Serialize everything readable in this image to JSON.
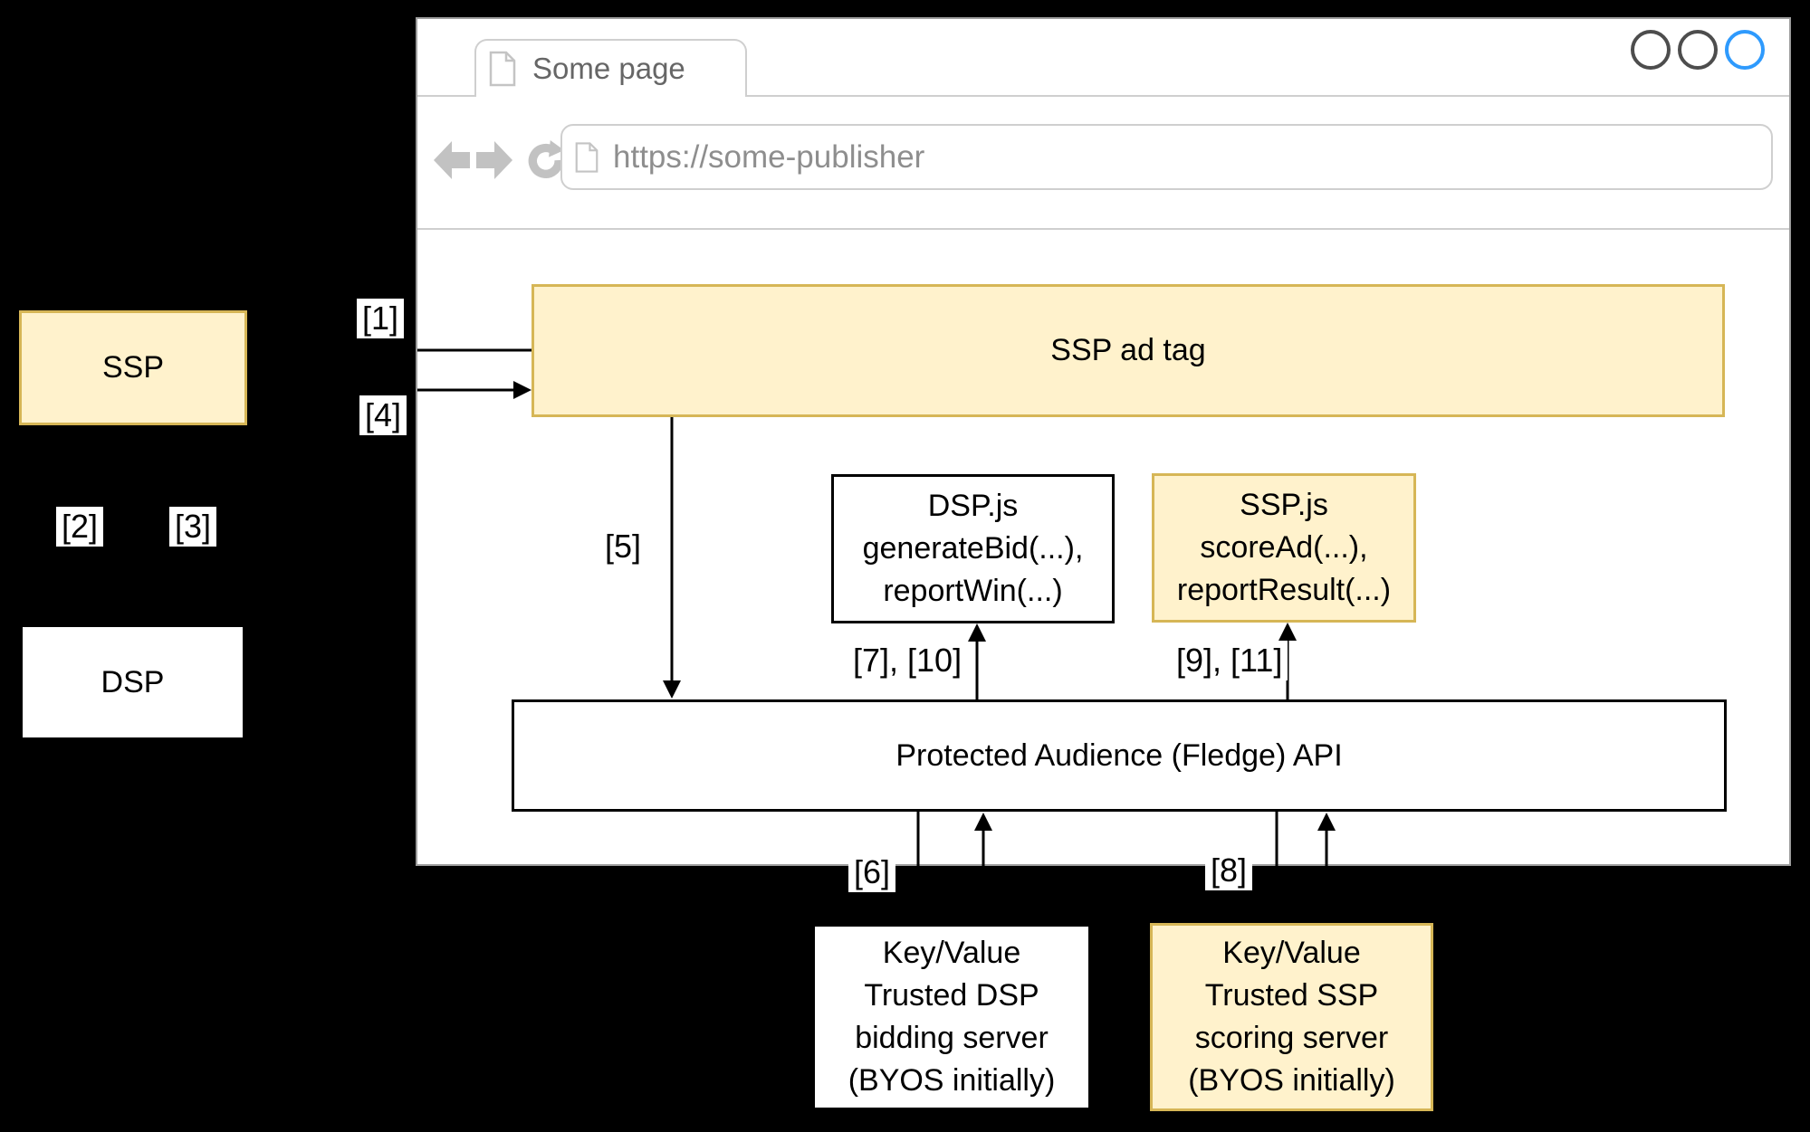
{
  "left": {
    "ssp_box": "SSP",
    "dsp_box": "DSP",
    "refs": {
      "r1": "[1]",
      "r2": "[2]",
      "r3": "[3]",
      "r4": "[4]"
    }
  },
  "browser": {
    "tab_title": "Some page",
    "url": "https://some-publisher",
    "ad_tag": "SSP ad tag",
    "dsp_js": {
      "lines": [
        "DSP.js",
        "generateBid(...),",
        "reportWin(...)"
      ]
    },
    "ssp_js": {
      "lines": [
        "SSP.js",
        "scoreAd(...),",
        "reportResult(...)"
      ]
    },
    "pa_api": "Protected Audience (Fledge) API",
    "refs": {
      "r5": "[5]",
      "r6": "[6]",
      "r7_10": "[7], [10]",
      "r8": "[8]",
      "r9_11": "[9], [11]"
    }
  },
  "servers": {
    "dsp_kv": {
      "lines": [
        "Key/Value",
        "Trusted DSP",
        "bidding server",
        "(BYOS initially)"
      ]
    },
    "ssp_kv": {
      "lines": [
        "Key/Value",
        "Trusted SSP",
        "scoring server",
        "(BYOS initially)"
      ]
    }
  },
  "icons": {
    "tab_page": "page-icon",
    "url_page": "page-icon",
    "back": "back-arrow-icon",
    "forward": "forward-arrow-icon",
    "reload": "reload-icon",
    "window_controls": "circle-icons"
  },
  "colors": {
    "highlight_fill": "#FFF2CC",
    "highlight_border": "#D6B656",
    "window_control_active": "#2E9AFD",
    "chrome_gray": "#C2C2C2"
  }
}
